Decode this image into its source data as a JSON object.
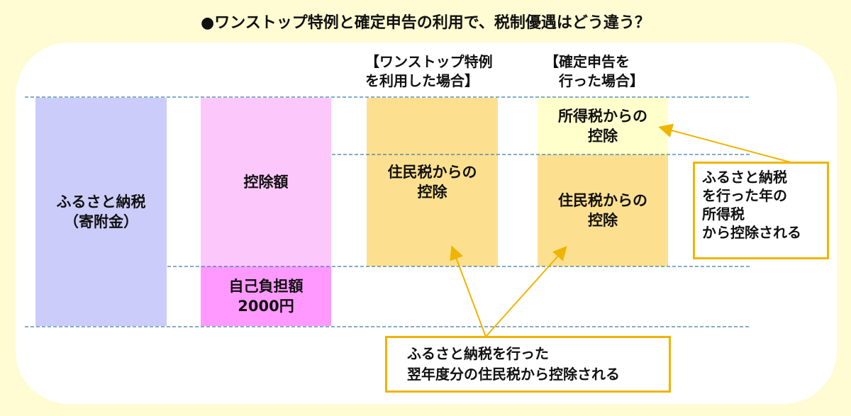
{
  "title": "●ワンストップ特例と確定申告の利用で、税制優遇はどう違う？",
  "headers": {
    "onestop": "【ワンストップ特例\nを利用した場合】",
    "kakutei": "【確定申告を\n　行った場合】"
  },
  "boxes": {
    "donation": "ふるさと納税\n（寄附金）",
    "deduction": "控除額",
    "self_burden": "自己負担額\n2000円",
    "onestop_resident": "住民税からの\n控除",
    "kakutei_income": "所得税からの\n控除",
    "kakutei_resident": "住民税からの\n控除"
  },
  "callouts": {
    "income_tax": "ふるさと納税\nを行った年の\n所得税\nから控除される",
    "resident_tax": "ふるさと納税を行った\n翌年度分の住民税から控除される"
  },
  "colors": {
    "background": "#fffbd2",
    "donation": "#ccccfa",
    "deduction": "#fcc8fc",
    "self_burden": "#ff99ff",
    "resident": "#fde08f",
    "income": "#ffffcc",
    "accent": "#f0b400",
    "dash": "#3a7aa8"
  }
}
